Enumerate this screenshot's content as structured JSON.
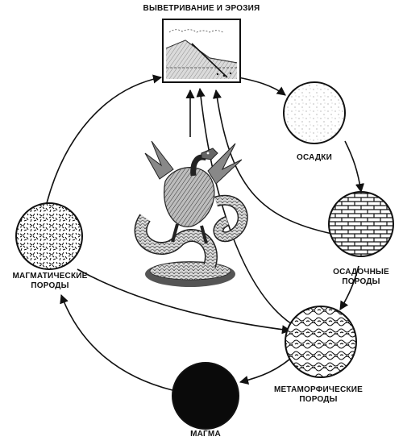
{
  "diagram": {
    "colors": {
      "ink": "#111111",
      "paper": "#ffffff"
    },
    "nodes": {
      "weathering": {
        "label": "ВЫВЕТРИВАНИЕ И ЭРОЗИЯ",
        "icon": "landscape-erosion-icon"
      },
      "sediments": {
        "label": "ОСАДКИ",
        "icon": "sediment-dots-icon"
      },
      "sedimentary": {
        "label_line1": "ОСАДОЧНЫЕ",
        "label_line2": "ПОРОДЫ",
        "icon": "brick-layers-icon"
      },
      "metamorphic": {
        "label_line1": "МЕТАМОРФИЧЕСКИЕ",
        "label_line2": "ПОРОДЫ",
        "icon": "swirl-texture-icon"
      },
      "magma": {
        "label": "МАГМА",
        "icon": "black-disc-icon"
      },
      "igneous": {
        "label_line1": "МАГМАТИЧЕСКИЕ",
        "label_line2": "ПОРОДЫ",
        "icon": "crystal-speckle-icon"
      }
    },
    "center_figure": "dragon-illustration"
  }
}
